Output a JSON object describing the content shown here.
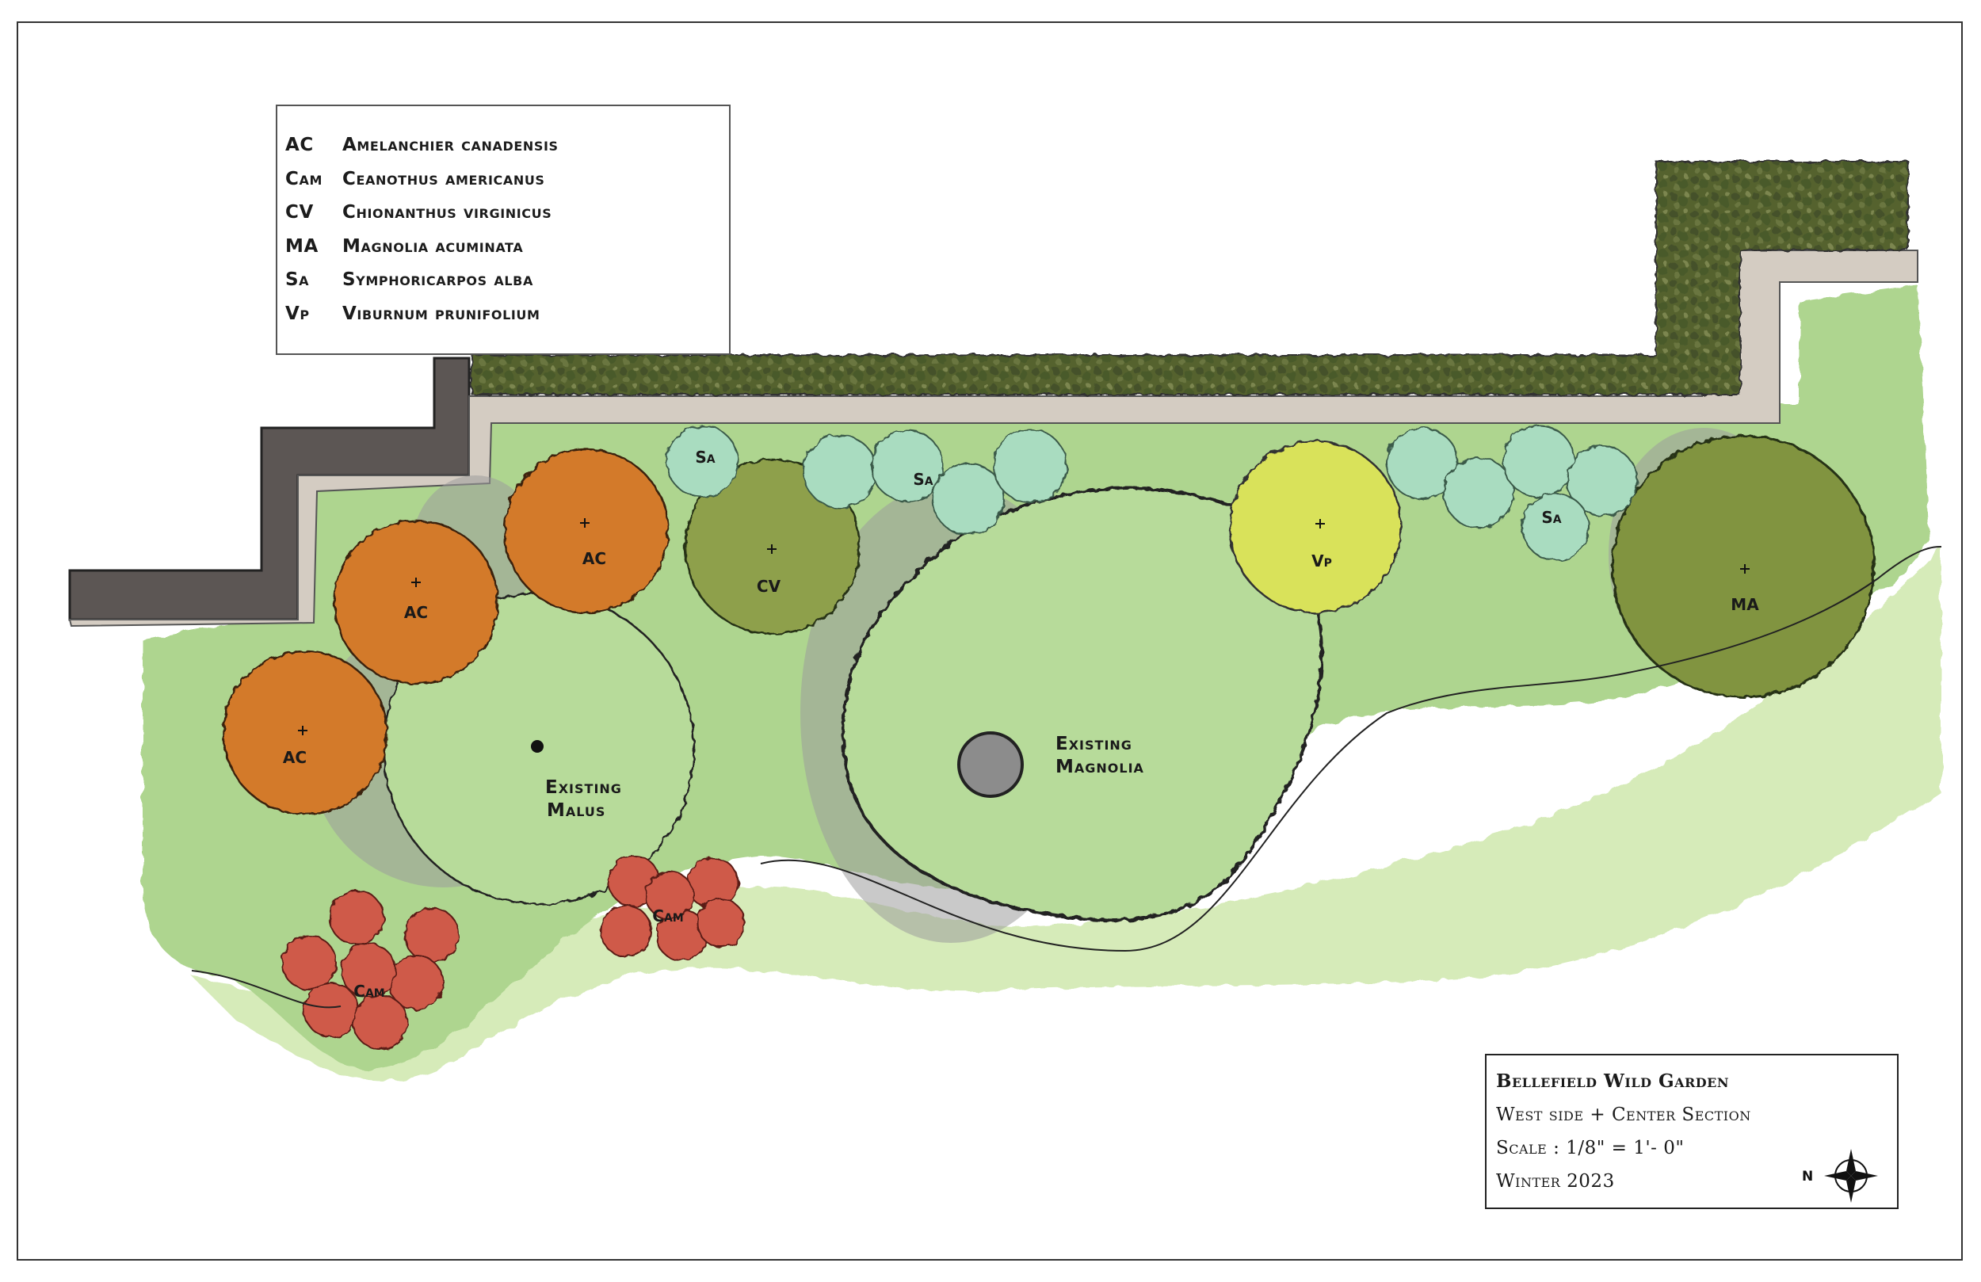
{
  "legend": {
    "items": [
      {
        "code": "AC",
        "name": "Amelanchier canadensis"
      },
      {
        "code": "Cam",
        "name": "Ceanothus americanus"
      },
      {
        "code": "CV",
        "name": "Chionanthus virginicus"
      },
      {
        "code": "MA",
        "name": "Magnolia acuminata"
      },
      {
        "code": "Sa",
        "name": "Symphoricarpos alba"
      },
      {
        "code": "Vp",
        "name": "Viburnum prunifolium"
      }
    ]
  },
  "plan_labels": {
    "ac": "AC",
    "cam": "Cam",
    "cv": "CV",
    "ma": "MA",
    "sa": "Sa",
    "vp": "Vp",
    "existing_malus_line1": "Existing",
    "existing_malus_line2": "Malus",
    "existing_magnolia_line1": "Existing",
    "existing_magnolia_line2": "Magnolia"
  },
  "title_block": {
    "title": "Bellefield Wild Garden",
    "section": "West side + Center Section",
    "scale": "Scale : 1/8\" = 1'- 0\"",
    "date": "Winter 2023",
    "north": "N"
  },
  "colors": {
    "lawn": "#cfe6b0",
    "bed": "#a8d08a",
    "hedge": "#4f5b2b",
    "walk": "#cfc7bd",
    "wall": "#5a5552",
    "amelanchier": "#d2772a",
    "ceanothus": "#cf5a4a",
    "chionanthus": "#8aa04a",
    "magnolia_acuminata": "#7f9240",
    "symphoricarpos": "#a8dcbf",
    "viburnum": "#d8e05a",
    "shadow": "#9a9a9a"
  }
}
